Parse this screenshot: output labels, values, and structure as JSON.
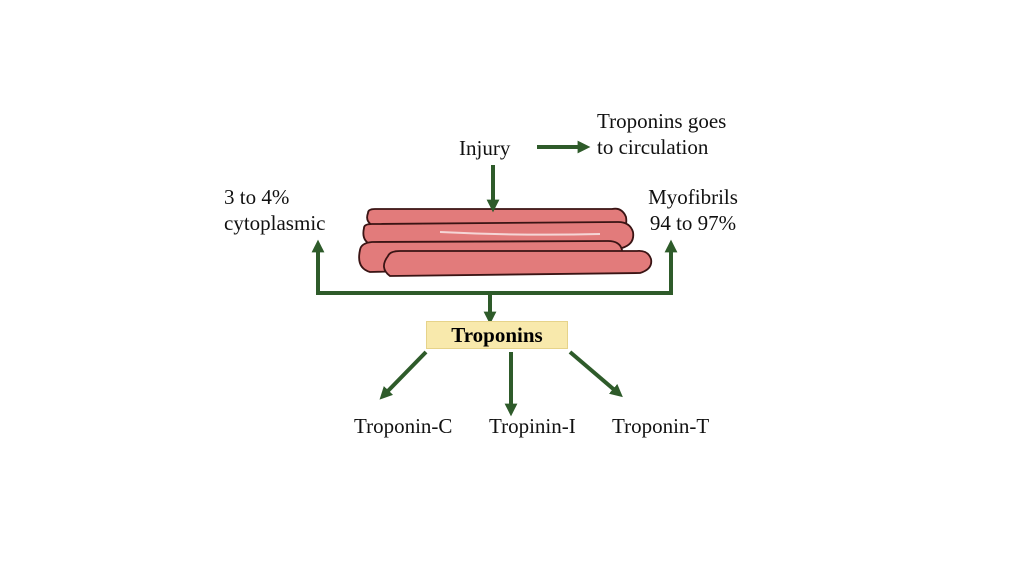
{
  "labels": {
    "injury": "Injury",
    "circulation_line1": "Troponins goes",
    "circulation_line2": "to circulation",
    "cytoplasmic_line1": "3 to 4%",
    "cytoplasmic_line2": "cytoplasmic",
    "myofibrils_line1": "Myofibrils",
    "myofibrils_line2": "94 to 97%",
    "troponins": "Troponins",
    "troponin_c": "Troponin-C",
    "troponin_i": "Tropinin-I",
    "troponin_t": "Troponin-T"
  },
  "colors": {
    "arrow": "#2e5b2a",
    "fiber_fill": "#e27b7b",
    "fiber_stroke": "#3a1414",
    "highlight": "#f8e9ac"
  },
  "icons": {
    "muscle_fibers": "muscle-fiber-bundle"
  }
}
